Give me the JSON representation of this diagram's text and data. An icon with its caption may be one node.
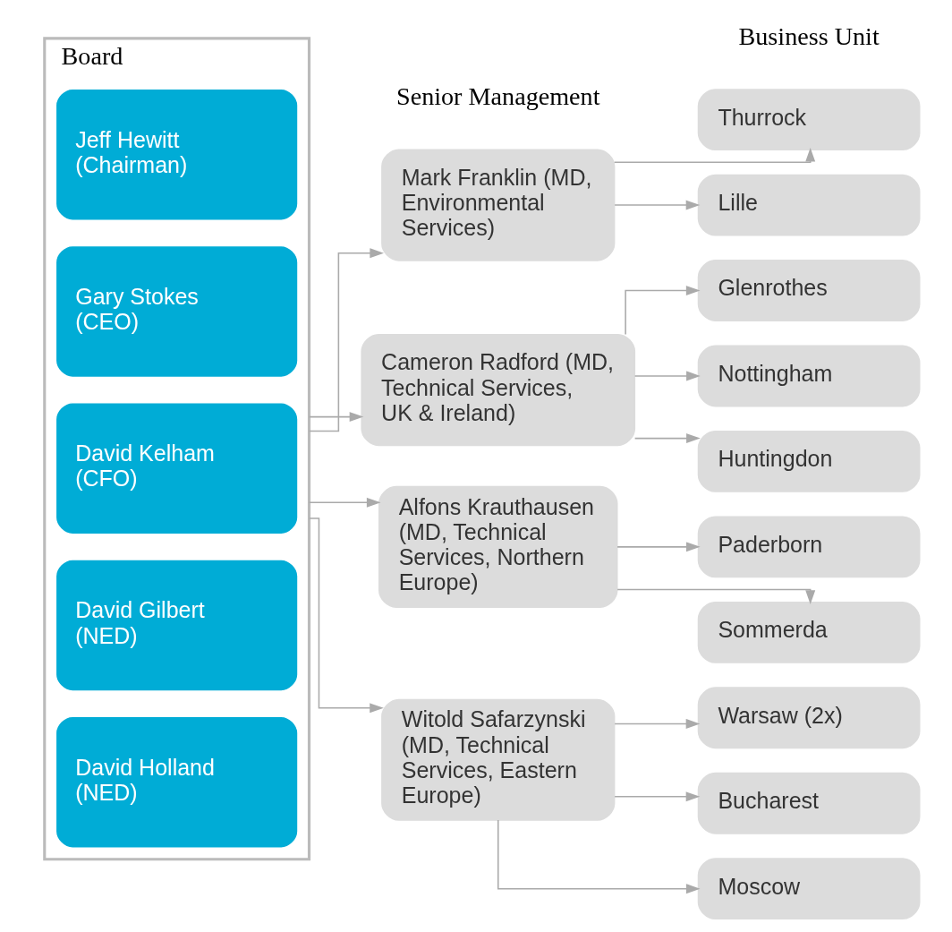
{
  "diagram": {
    "nodes": [
      {
        "text": [
          "Board"
        ]
      },
      {
        "text": [
          "Jeff Hewitt (Chairman)"
        ],
        "in": 0
      },
      {
        "text": [
          "Gary Stokes (CEO)"
        ],
        "in": 0
      },
      {
        "text": [
          "David Kelham (CFO)"
        ],
        "in": 0
      },
      {
        "text": [
          "David Gilbert (NED)"
        ],
        "in": 0
      },
      {
        "text": [
          "David Holland (NED)"
        ],
        "in": 0
      },
      {
        "text": [
          "Mark Franklin (MD, Environmental Services)"
        ]
      },
      {
        "text": [
          "Thurrock"
        ]
      },
      {
        "text": [
          "Lille"
        ]
      },
      {
        "text": [
          "Cameron Radford (MD, Technical Services, UK & Ireland)"
        ]
      },
      {
        "text": [
          "Glenrothes"
        ]
      },
      {
        "text": [
          "Nottingham"
        ]
      },
      {
        "text": [
          "Huntingdon"
        ]
      },
      {
        "text": [
          "Alfons Krauthausen (MD, Technical Services, Northern Europe)"
        ]
      },
      {
        "text": [
          "Paderborn"
        ]
      },
      {
        "text": [
          "Sommerda"
        ]
      },
      {
        "text": [
          "Witold Safarzynski (MD, Technical Services, Eastern Europe)"
        ]
      },
      {
        "text": [
          "Warsaw (2x)"
        ]
      },
      {
        "text": [
          "Bucharest"
        ]
      },
      {
        "text": [
          "Moscow"
        ]
      }
    ],
    "edges": [
      {
        "from": 0,
        "to": 6,
        "arrow": "to"
      },
      {
        "from": 0,
        "to": 9,
        "arrow": "to"
      },
      {
        "from": 0,
        "to": 13,
        "arrow": "to"
      },
      {
        "from": 0,
        "to": 16,
        "arrow": "to"
      },
      {
        "from": 6,
        "to": 7,
        "arrow": "to"
      },
      {
        "from": 6,
        "to": 8,
        "arrow": "to"
      },
      {
        "from": 9,
        "to": 10,
        "arrow": "to"
      },
      {
        "from": 9,
        "to": 11,
        "arrow": "to"
      },
      {
        "from": 9,
        "to": 12,
        "arrow": "to"
      },
      {
        "from": 13,
        "to": 14,
        "arrow": "to"
      },
      {
        "from": 13,
        "to": 15,
        "arrow": "to"
      },
      {
        "from": 16,
        "to": 17,
        "arrow": "to"
      },
      {
        "from": 16,
        "to": 18,
        "arrow": "to"
      },
      {
        "from": 16,
        "to": 19,
        "arrow": "to"
      }
    ],
    "labels": [
      "Senior Management",
      "Business Unit"
    ]
  }
}
